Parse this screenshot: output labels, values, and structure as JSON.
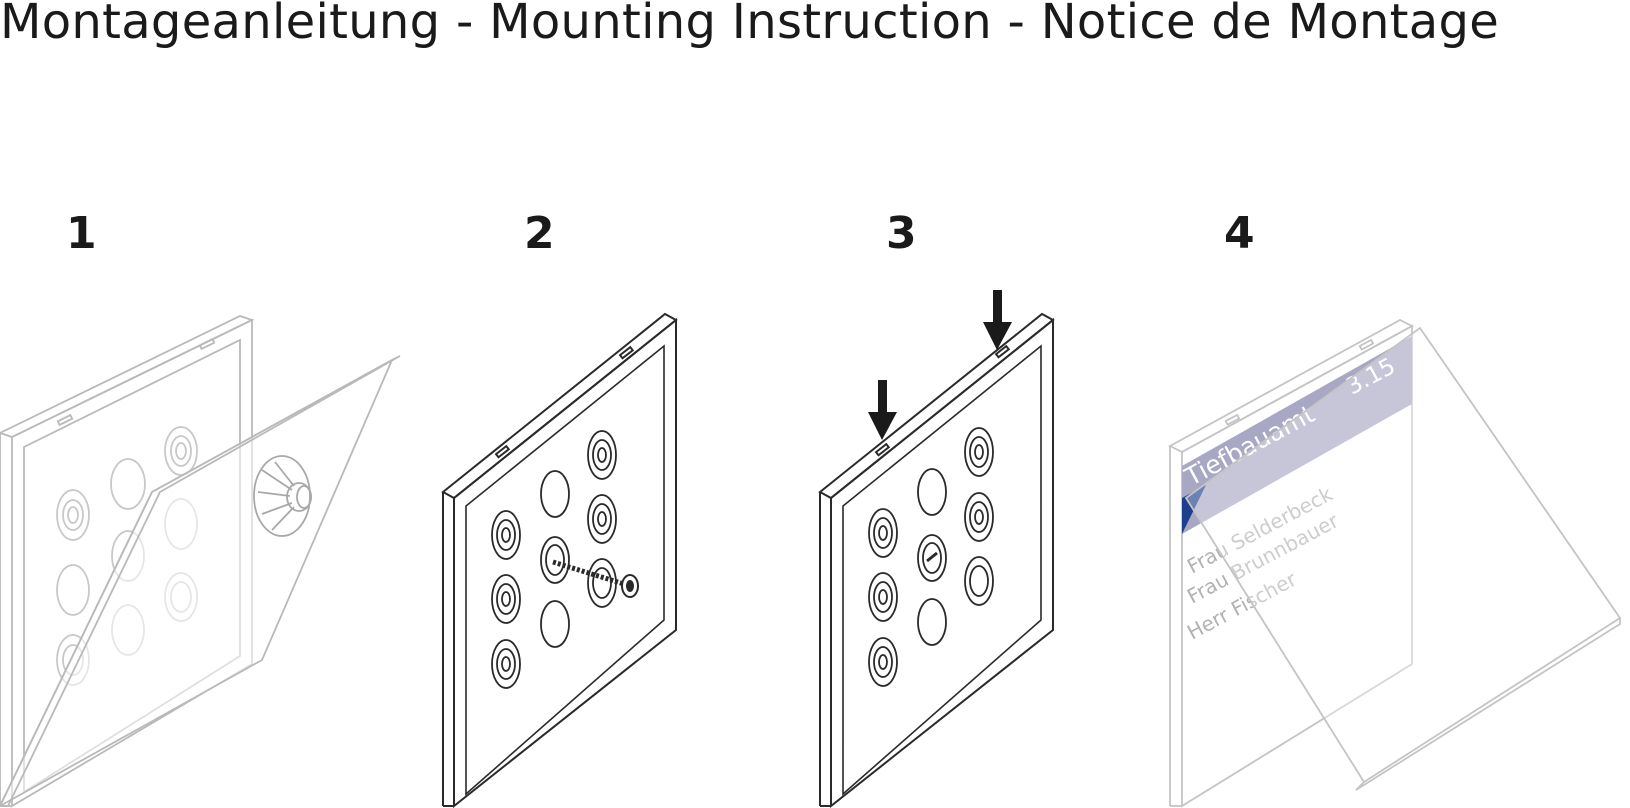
{
  "document": {
    "title": "Montageanleitung - Mounting Instruction - Notice de Montage"
  },
  "steps": [
    {
      "number": "1"
    },
    {
      "number": "2"
    },
    {
      "number": "3"
    },
    {
      "number": "4"
    }
  ],
  "sign_panel": {
    "room_label": "Tiefbauamt",
    "room_number": "3.15",
    "names": [
      "Frau Selderbeck",
      "Frau Brunnbauer",
      "Herr Fischer"
    ],
    "header_color": "#a9a8c4",
    "accent_color": "#1e3f8c"
  }
}
